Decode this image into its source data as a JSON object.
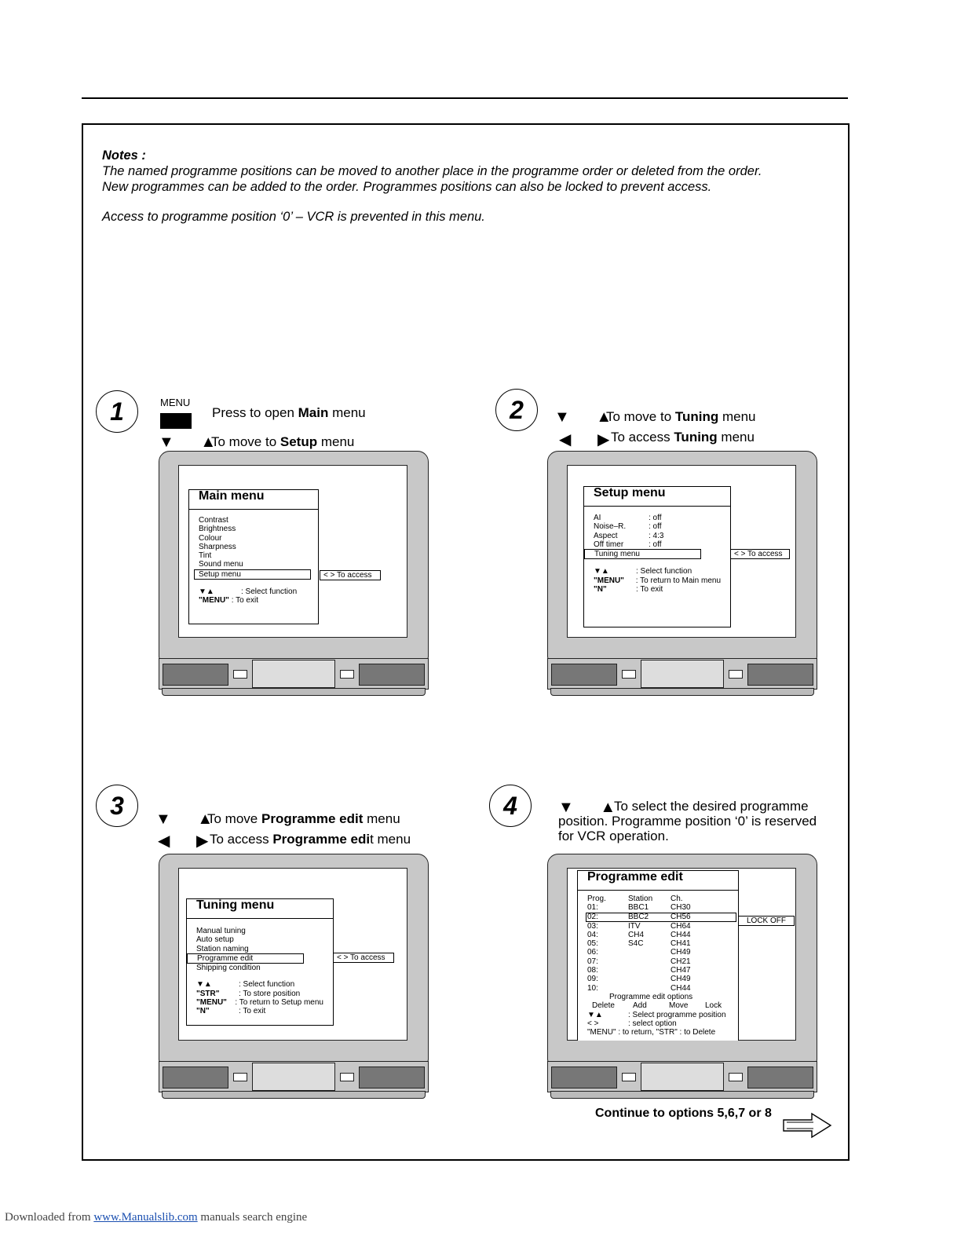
{
  "notes": {
    "heading": "Notes :",
    "line1": "The named programme positions can be moved to another place in the programme order or deleted from the order.",
    "line2": "New programmes can be added to the order. Programmes positions can also be locked to prevent access.",
    "line3": "Access to programme position ‘0’ – VCR is prevented in this menu."
  },
  "steps": [
    {
      "num": "1",
      "menu_key": "MENU",
      "a": "Press to open ",
      "a_b": "Main",
      "a_c": " menu",
      "b": "To move to ",
      "b_b": "Setup",
      "b_c": " menu"
    },
    {
      "num": "2",
      "a": "To move to ",
      "a_b": "Tuning",
      "a_c": " menu",
      "b": "To access ",
      "b_b": "Tuning",
      "b_c": " menu"
    },
    {
      "num": "3",
      "a": "To move ",
      "a_b": "Programme edit",
      "a_c": " menu",
      "b": "To access ",
      "b_b": "Programme edi",
      "b_c": "t menu"
    },
    {
      "num": "4",
      "a": "To select the desired programme",
      "b": "position. Programme position ‘0’ is reserved",
      "c": "for VCR operation."
    }
  ],
  "arrows": {
    "updown": "▼ ▲",
    "leftright": "◀ ▶"
  },
  "main_menu": {
    "title": "Main menu",
    "items": [
      "Contrast",
      "Brightness",
      "Colour",
      "Sharpness",
      "Tint",
      "Sound menu",
      "Setup menu"
    ],
    "access": "< > To access",
    "help1_k": "▼▲",
    "help1_v": ": Select function",
    "help2_k": "\"MENU\"",
    "help2_v": ": To exit"
  },
  "setup_menu": {
    "title": "Setup menu",
    "items": [
      {
        "k": "AI",
        "v": ": off"
      },
      {
        "k": "Noise–R.",
        "v": ": off"
      },
      {
        "k": "Aspect",
        "v": ": 4:3"
      },
      {
        "k": "Off timer",
        "v": ": off"
      }
    ],
    "selected": "Tuning menu",
    "access": "< > To access",
    "help": [
      {
        "k": "▼▲",
        "v": ": Select function"
      },
      {
        "k": "\"MENU\"",
        "v": ": To return to Main menu"
      },
      {
        "k": "\"N\"",
        "v": ": To exit"
      }
    ]
  },
  "tuning_menu": {
    "title": "Tuning menu",
    "items": [
      "Manual tuning",
      "Auto setup",
      "Station naming"
    ],
    "selected": "Programme edit",
    "after": "Shipping condition",
    "access": "< > To access",
    "help": [
      {
        "k": "▼▲",
        "v": ": Select function"
      },
      {
        "k": "\"STR\"",
        "v": ": To store position"
      },
      {
        "k": "\"MENU\"",
        "v": ": To return to Setup menu"
      },
      {
        "k": "\"N\"",
        "v": ": To exit"
      }
    ]
  },
  "programme_edit": {
    "title": "Programme edit",
    "headers": [
      "Prog.",
      "Station",
      "Ch."
    ],
    "rows": [
      [
        "01:",
        "BBC1",
        "CH30"
      ],
      [
        "02:",
        "BBC2",
        "CH56"
      ],
      [
        "03:",
        "ITV",
        "CH64"
      ],
      [
        "04:",
        "CH4",
        "CH44"
      ],
      [
        "05:",
        "S4C",
        "CH41"
      ],
      [
        "06:",
        "",
        "CH49"
      ],
      [
        "07:",
        "",
        "CH21"
      ],
      [
        "08:",
        "",
        "CH47"
      ],
      [
        "09:",
        "",
        "CH49"
      ],
      [
        "10:",
        "",
        "CH44"
      ]
    ],
    "lock_label": "LOCK OFF",
    "options_title": "Programme edit options",
    "options": [
      "Delete",
      "Add",
      "Move",
      "Lock"
    ],
    "help1_k": "▼▲",
    "help1_v": ": Select programme position",
    "help2_k": "< >",
    "help2_v": ": select option",
    "help3": "\"MENU\" : to return, \"STR\" : to Delete"
  },
  "continue_text": "Continue to options 5,6,7 or 8",
  "footer": {
    "prefix": "Downloaded from ",
    "link": "www.Manualslib.com",
    "suffix": "  manuals search engine"
  }
}
